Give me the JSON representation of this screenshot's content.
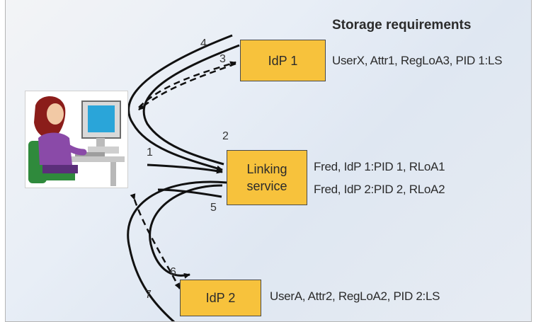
{
  "heading": "Storage requirements",
  "boxes": {
    "idp1": "IdP 1",
    "linking_line1": "Linking",
    "linking_line2": "service",
    "idp2": "IdP 2"
  },
  "storage": {
    "idp1": "UserX, Attr1, RegLoA3, PID 1:LS",
    "linking_line1": "Fred, IdP 1:PID 1, RLoA1",
    "linking_line2": "Fred, IdP 2:PID 2, RLoA2",
    "idp2": "UserA, Attr2, RegLoA2, PID 2:LS"
  },
  "steps": [
    "1",
    "2",
    "3",
    "4",
    "5",
    "6",
    "7"
  ],
  "icon": "user-at-computer-icon",
  "colors": {
    "box_fill": "#f7c23c",
    "arrow": "#111111"
  }
}
